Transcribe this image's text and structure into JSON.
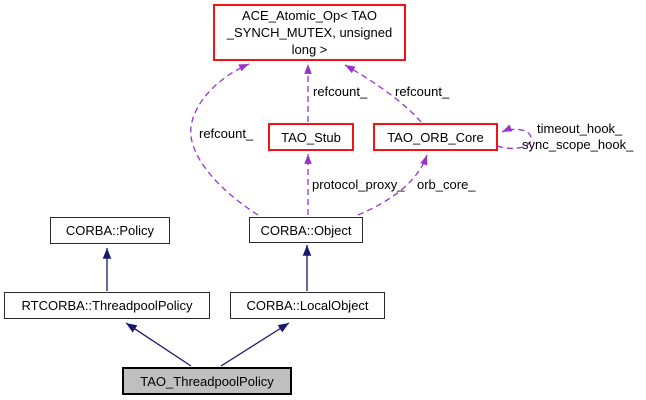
{
  "diagram_type": "collaboration-graph",
  "nodes": {
    "ace_atomic_op": {
      "lines": [
        "ACE_Atomic_Op< TAO",
        "_SYNCH_MUTEX, unsigned",
        "long >"
      ],
      "style": "external"
    },
    "tao_stub": {
      "label": "TAO_Stub",
      "style": "external"
    },
    "tao_orb_core": {
      "label": "TAO_ORB_Core",
      "style": "external"
    },
    "corba_object": {
      "label": "CORBA::Object",
      "style": "internal"
    },
    "corba_policy": {
      "label": "CORBA::Policy",
      "style": "internal"
    },
    "rtcorba_threadpool_policy": {
      "label": "RTCORBA::ThreadpoolPolicy",
      "style": "internal"
    },
    "corba_local_object": {
      "label": "CORBA::LocalObject",
      "style": "internal"
    },
    "tao_threadpool_policy": {
      "label": "TAO_ThreadpoolPolicy",
      "style": "current"
    }
  },
  "edge_labels": {
    "refcount_object": "refcount_",
    "refcount_stub": "refcount_",
    "refcount_orb_core": "refcount_",
    "timeout_hook": "timeout_hook_",
    "sync_scope_hook": "sync_scope_hook_",
    "protocol_proxy": "protocol_proxy_",
    "orb_core": "orb_core_"
  },
  "colors": {
    "external_node_border": "#f21414",
    "internal_node_border": "#2b2b2b",
    "current_node_fill": "#bfbfbf",
    "usage_edge": "#9a32cd",
    "inheritance_edge": "#191970",
    "background": "#ffffff",
    "text": "#000000"
  }
}
